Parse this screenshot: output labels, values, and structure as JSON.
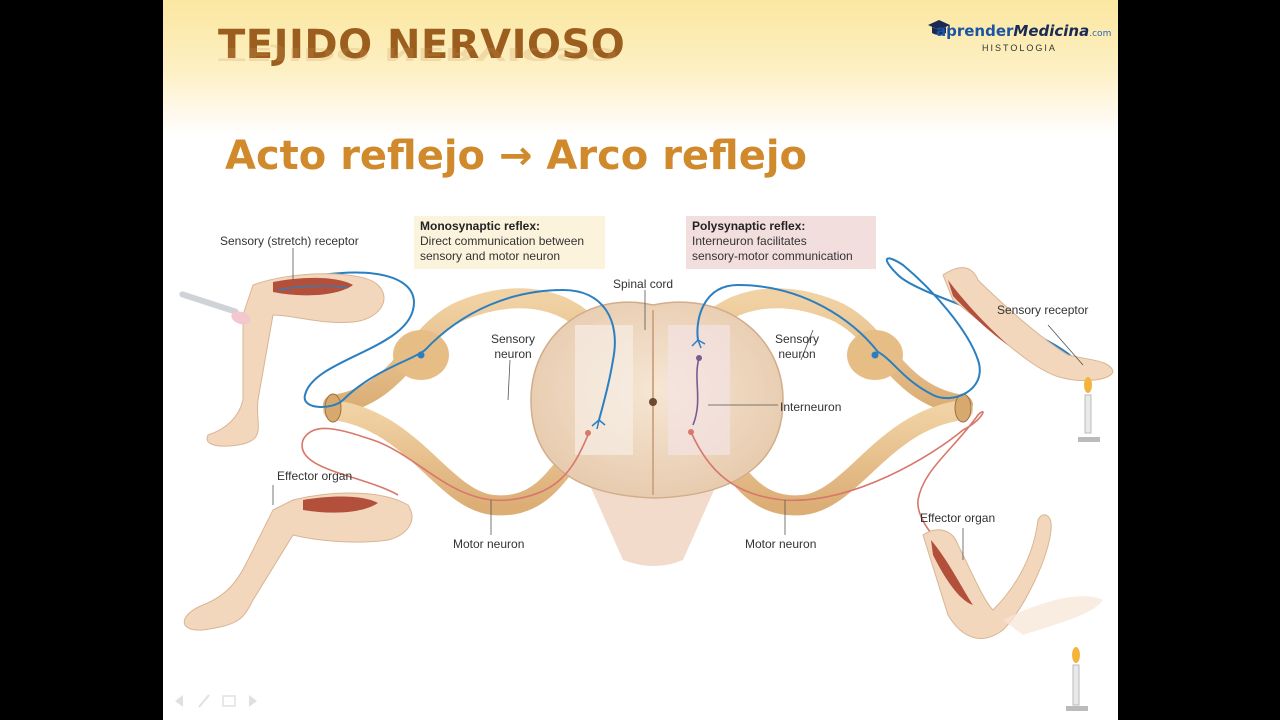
{
  "slide": {
    "title": "TEJIDO NERVIOSO",
    "subtitle": "Acto reflejo → Arco reflejo"
  },
  "logo": {
    "brand": "aprender",
    "medicina": "Medicina",
    "domain": ".com",
    "subtitle": "HISTOLOGIA"
  },
  "diagram": {
    "mono_box": {
      "title": "Monosynaptic reflex:",
      "line1": "Direct communication between",
      "line2": "sensory and motor neuron"
    },
    "poly_box": {
      "title": "Polysynaptic reflex:",
      "line1": "Interneuron facilitates",
      "line2": "sensory-motor communication"
    },
    "labels": {
      "sensory_stretch_receptor": "Sensory (stretch) receptor",
      "spinal_cord": "Spinal cord",
      "sensory_neuron_left_1": "Sensory",
      "sensory_neuron_left_2": "neuron",
      "sensory_neuron_right_1": "Sensory",
      "sensory_neuron_right_2": "neuron",
      "interneuron": "Interneuron",
      "sensory_receptor": "Sensory receptor",
      "effector_organ_left": "Effector organ",
      "effector_organ_right": "Effector organ",
      "motor_neuron_left": "Motor neuron",
      "motor_neuron_right": "Motor neuron"
    }
  },
  "colors": {
    "title": "#9b5e1e",
    "subtitle": "#d08a2c",
    "sensory_neuron": "#2b7fc0",
    "motor_neuron": "#d8776a",
    "nerve": "#eac28e",
    "spinal_cord": "#f1dcc6",
    "muscle": "#b2503c",
    "skin": "#f2d7bd"
  },
  "icons": [
    "graduation-cap-icon",
    "candle-icon",
    "reflex-hammer-icon"
  ]
}
